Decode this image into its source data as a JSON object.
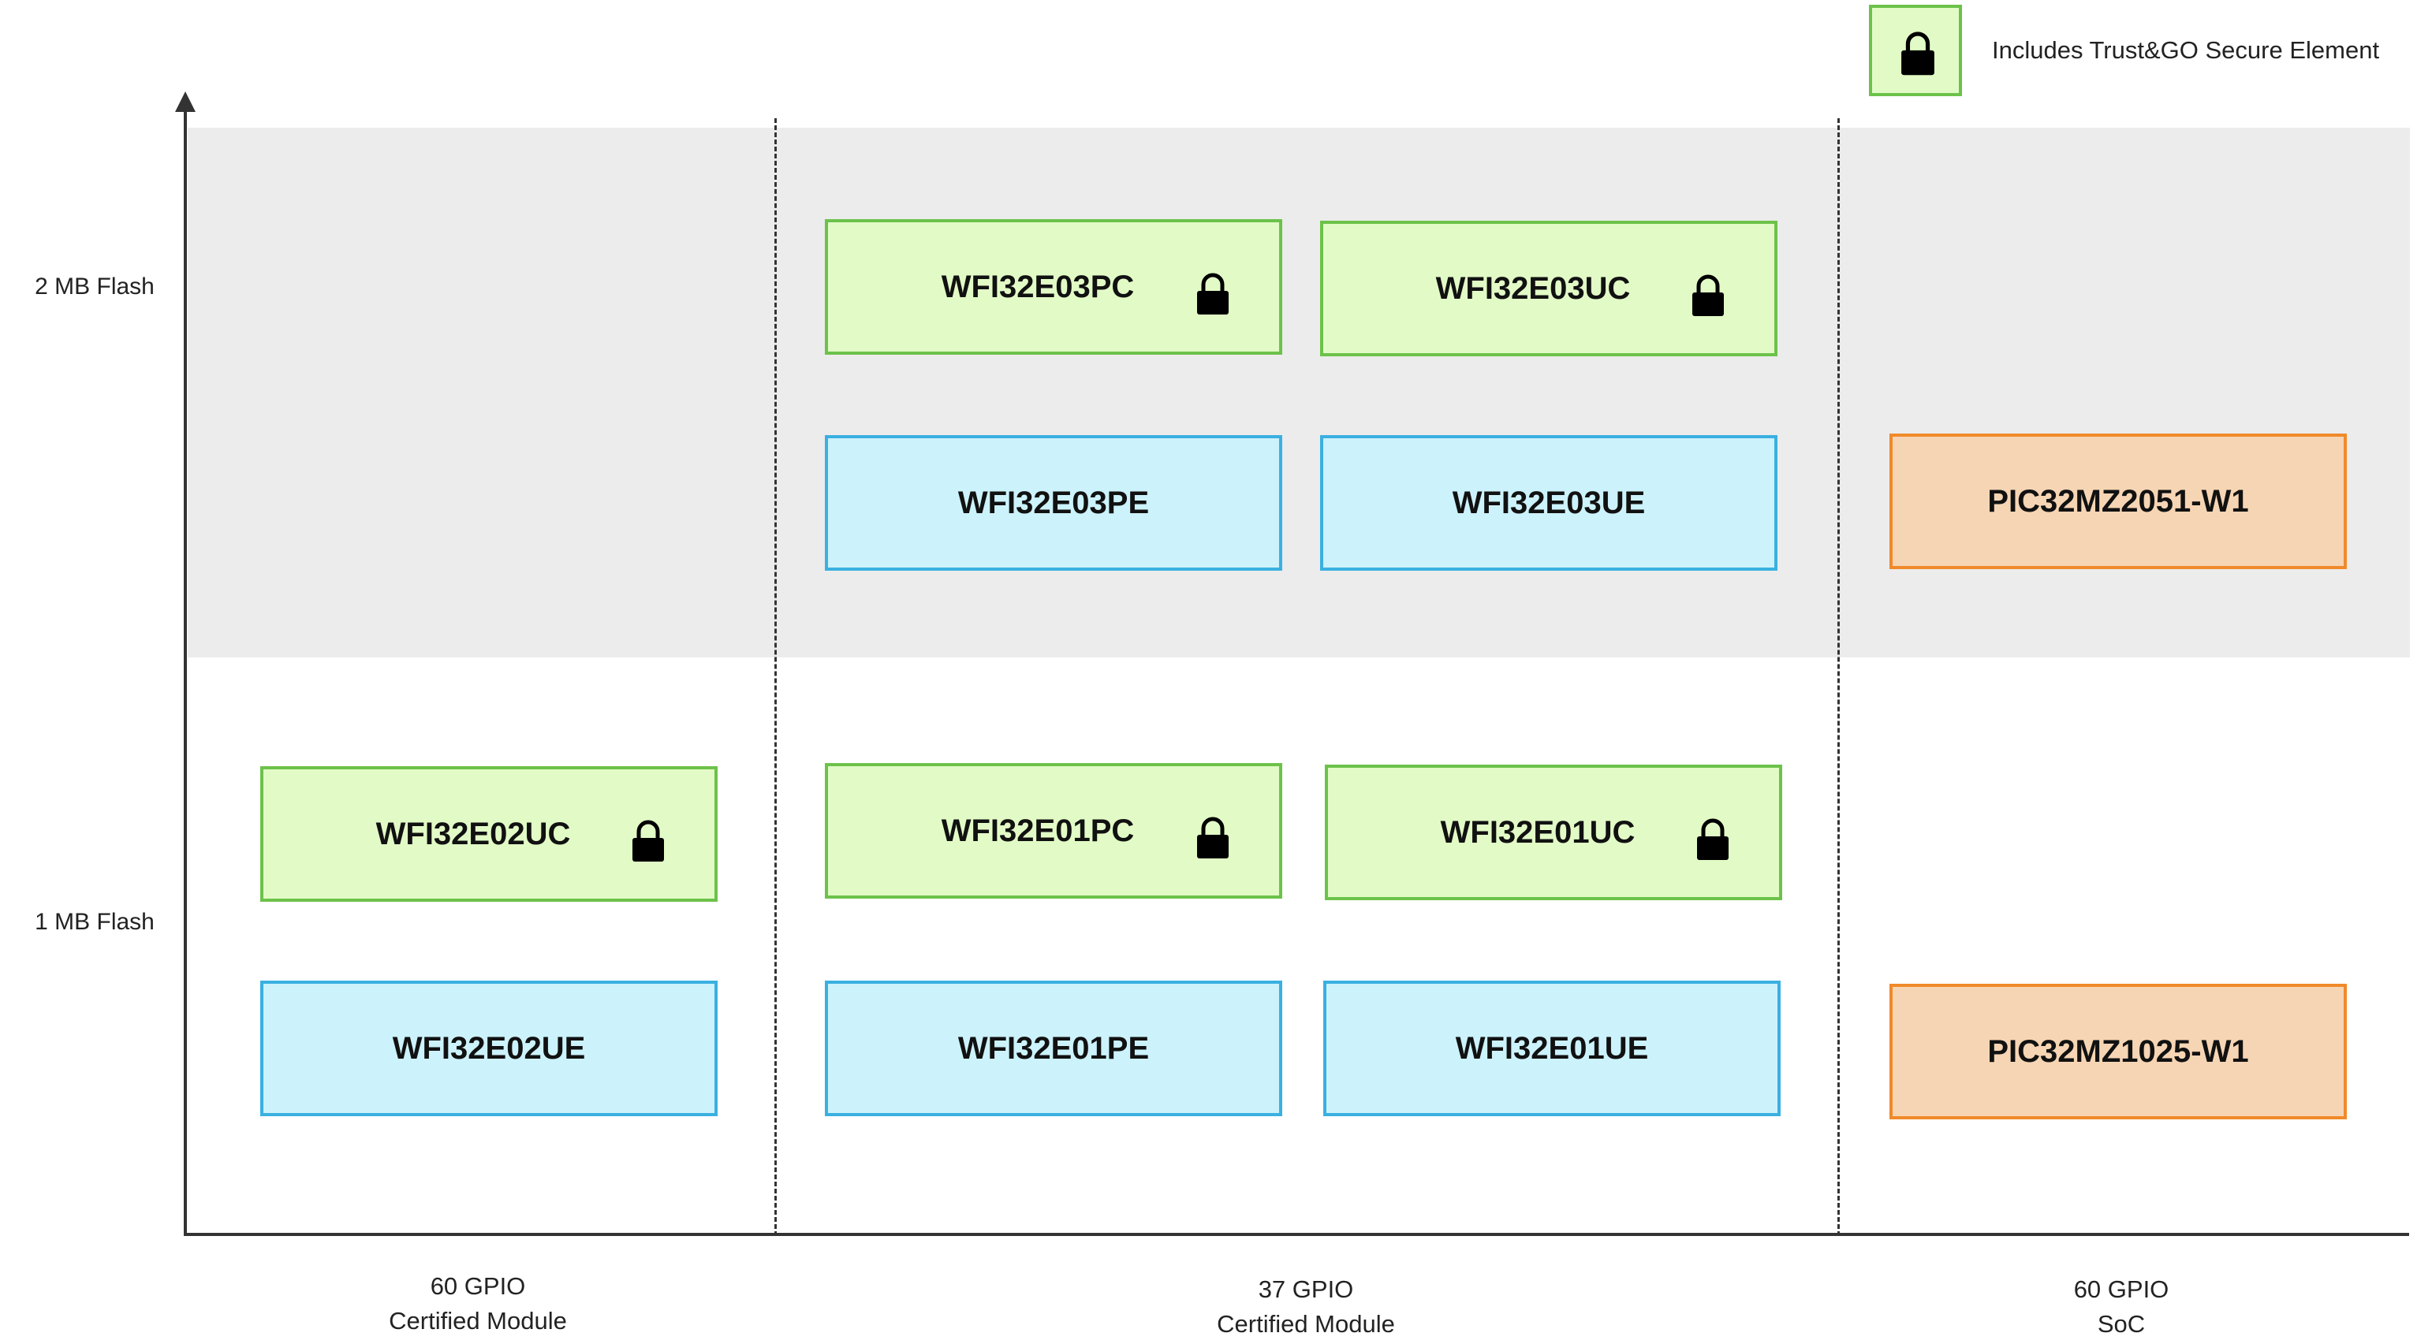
{
  "legend": {
    "text": "Includes Trust&GO Secure Element",
    "icon": "lock-icon"
  },
  "y_axis": {
    "top_label": "2 MB Flash",
    "bottom_label": "1 MB Flash"
  },
  "x_axis": [
    {
      "line1": "60 GPIO",
      "line2": "Certified Module"
    },
    {
      "line1": "37 GPIO",
      "line2": "Certified Module"
    },
    {
      "line1": "60 GPIO",
      "line2": "SoC"
    }
  ],
  "boxes": {
    "e03pc": {
      "label": "WFI32E03PC"
    },
    "e03uc": {
      "label": "WFI32E03UC"
    },
    "e03pe": {
      "label": "WFI32E03PE"
    },
    "e03ue": {
      "label": "WFI32E03UE"
    },
    "mz2051": {
      "label": "PIC32MZ2051-W1"
    },
    "e02uc": {
      "label": "WFI32E02UC"
    },
    "e01pc": {
      "label": "WFI32E01PC"
    },
    "e01uc": {
      "label": "WFI32E01UC"
    },
    "e02ue": {
      "label": "WFI32E02UE"
    },
    "e01pe": {
      "label": "WFI32E01PE"
    },
    "e01ue": {
      "label": "WFI32E01UE"
    },
    "mz1025": {
      "label": "PIC32MZ1025-W1"
    }
  },
  "colors": {
    "secure_fill": "#e2fbc6",
    "secure_border": "#6cc24a",
    "module_fill": "#ccf2fb",
    "module_border": "#3ab0e0",
    "soc_fill": "#f6d5b4",
    "soc_border": "#f08a2a",
    "band_fill": "#ececec"
  }
}
